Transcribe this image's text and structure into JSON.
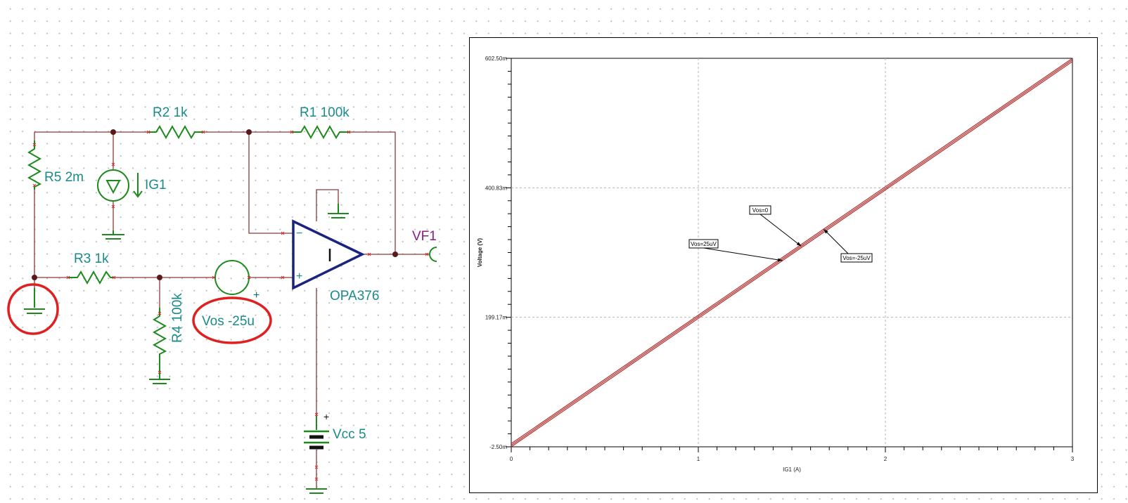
{
  "schematic": {
    "r1": "R1 100k",
    "r2": "R2 1k",
    "r3": "R3 1k",
    "r4": "R4 100k",
    "r5": "R5 2m",
    "ig1": "IG1",
    "vos": "Vos -25u",
    "opamp": "OPA376",
    "vf1": "VF1",
    "vcc": "Vcc 5",
    "minus": "−",
    "plus": "+",
    "vos_plus": "+",
    "vcc_plus": "+",
    "opamp_mark": "I",
    "highlight_color": "#e02020",
    "wire_color": "#8b3a3a",
    "component_color": "#1e8a1e",
    "label_color": "#1a8a8a"
  },
  "chart_data": {
    "type": "line",
    "xlabel": "IG1 (A)",
    "ylabel": "Voltage (V)",
    "xlim": [
      0,
      3
    ],
    "ylim": [
      -0.0025,
      0.6025
    ],
    "x_ticks": [
      "0",
      "1",
      "2",
      "3"
    ],
    "y_ticks": [
      "-2.50m",
      "199.17m",
      "400.83m",
      "602.50m"
    ],
    "y_tick_values": [
      -0.0025,
      0.19917,
      0.40083,
      0.6025
    ],
    "grid": true,
    "line_color": "#b03030",
    "series": [
      {
        "name": "Vos=25uV",
        "x": [
          0,
          3
        ],
        "y": [
          -0.0025,
          0.5975
        ]
      },
      {
        "name": "Vos=0",
        "x": [
          0,
          3
        ],
        "y": [
          0.0,
          0.6
        ]
      },
      {
        "name": "Vos=-25uV",
        "x": [
          0,
          3
        ],
        "y": [
          0.0025,
          0.6025
        ]
      }
    ],
    "annotations": [
      {
        "text": "Vos=0",
        "series": 1,
        "x": 1.55
      },
      {
        "text": "Vos=25uV",
        "series": 0,
        "x": 1.45
      },
      {
        "text": "Vos=-25uV",
        "series": 2,
        "x": 1.67
      }
    ]
  }
}
